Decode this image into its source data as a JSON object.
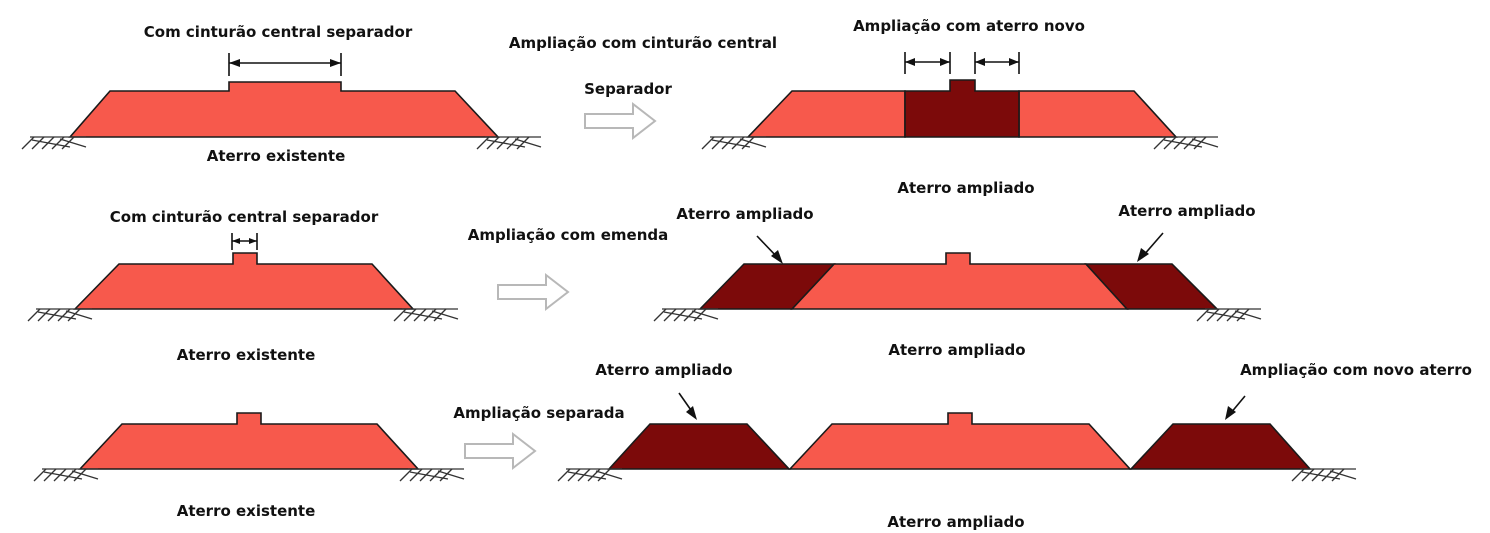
{
  "colors": {
    "existing_embankment": "#f7594c",
    "widened_embankment": "#7c0a0a",
    "outline": "#1a1a1a",
    "arrow_outline": "#b8b8b8"
  },
  "rows": [
    {
      "existing_title": "Com cinturão central separador",
      "existing_label": "Aterro existente",
      "method_label": "Ampliação com cinturão central",
      "sub_label": "Separador",
      "widening_title": "Ampliação com aterro novo",
      "result_label": "Aterro ampliado"
    },
    {
      "existing_title": "Com cinturão central separador",
      "existing_label": "Aterro existente",
      "method_label": "Ampliação com emenda",
      "left_callout": "Aterro ampliado",
      "right_callout": "Aterro ampliado",
      "result_label": "Aterro ampliado"
    },
    {
      "existing_label": "Aterro existente",
      "method_label": "Ampliação separada",
      "left_callout": "Aterro ampliado",
      "right_callout": "Ampliação com novo aterro",
      "result_label": "Aterro ampliado"
    }
  ]
}
